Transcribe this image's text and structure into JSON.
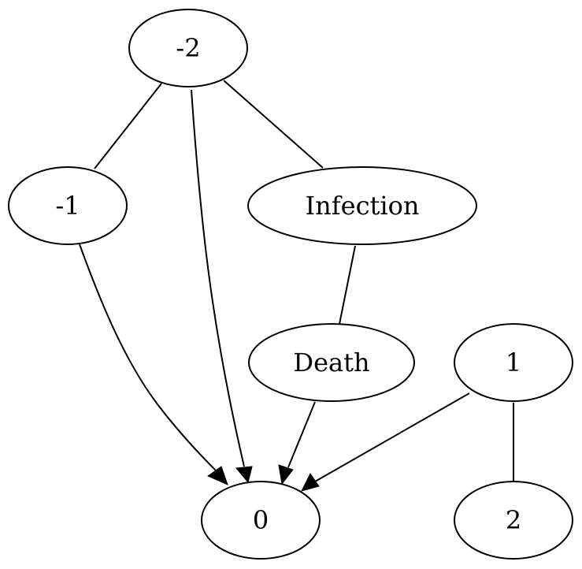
{
  "graph": {
    "nodes": [
      {
        "id": "n_m2",
        "label": "-2"
      },
      {
        "id": "n_m1",
        "label": "-1"
      },
      {
        "id": "n_infection",
        "label": "Infection"
      },
      {
        "id": "n_death",
        "label": "Death"
      },
      {
        "id": "n_1",
        "label": "1"
      },
      {
        "id": "n_0",
        "label": "0"
      },
      {
        "id": "n_2",
        "label": "2"
      }
    ],
    "edges": [
      {
        "from": "n_m2",
        "to": "n_m1",
        "directed": false
      },
      {
        "from": "n_m2",
        "to": "n_0",
        "directed": true
      },
      {
        "from": "n_m2",
        "to": "n_infection",
        "directed": false
      },
      {
        "from": "n_m1",
        "to": "n_0",
        "directed": true
      },
      {
        "from": "n_infection",
        "to": "n_death",
        "directed": false
      },
      {
        "from": "n_death",
        "to": "n_0",
        "directed": true
      },
      {
        "from": "n_1",
        "to": "n_0",
        "directed": true
      },
      {
        "from": "n_1",
        "to": "n_2",
        "directed": false
      }
    ]
  },
  "colors": {
    "stroke": "#000000",
    "fill": "#ffffff"
  }
}
